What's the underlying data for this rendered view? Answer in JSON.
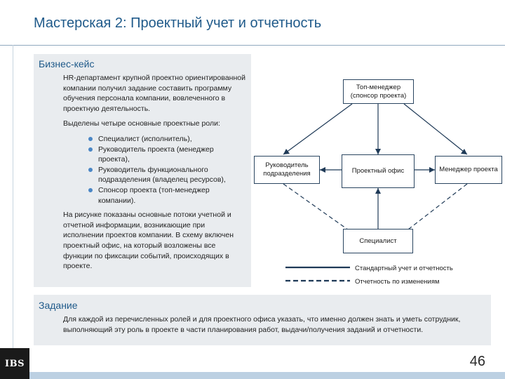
{
  "title": "Мастерская 2: Проектный учет и отчетность",
  "business_case": {
    "heading": "Бизнес-кейс",
    "intro": "HR-департамент крупной проектно ориентированной компании получил задание составить программу обучения персонала компании, вовлеченного в проектную деятельность.",
    "roles_lead": "Выделены четыре основные проектные роли:",
    "roles": [
      "Специалист (исполнитель),",
      "Руководитель проекта (менеджер проекта),",
      "Руководитель функционального подразделения (владелец ресурсов),",
      "Спонсор проекта (топ-менеджер компании)."
    ],
    "outro": "На рисунке показаны основные потоки учетной и отчетной информации, возникающие при исполнении проектов компании. В схему включен проектный офис, на который возложены все функции по фиксации событий, происходящих в проекте."
  },
  "diagram": {
    "nodes": {
      "top_manager": "Топ-менеджер (спонсор проекта)",
      "dept_head": "Руководитель подразделения",
      "project_office": "Проектный офис",
      "project_manager": "Менеджер проекта",
      "specialist": "Специалист"
    },
    "legend": {
      "solid": "Стандартный учет и отчетность",
      "dashed": "Отчетность по изменениям"
    },
    "colors": {
      "line": "#1f3a57",
      "border": "#2a4560"
    }
  },
  "task": {
    "heading": "Задание",
    "text": "Для каждой из перечисленных ролей и для проектного офиса указать, что именно должен знать и уметь сотрудник, выполняющий эту роль в проекте в части планирования работ, выдачи/получения заданий и отчетности."
  },
  "footer": {
    "logo": "IBS",
    "page_number": "46"
  },
  "colors": {
    "accent": "#1f5a8a",
    "panel": "#e9ecef",
    "bullet": "#4a86c5",
    "bottom_bar": "#bcd0e2"
  }
}
